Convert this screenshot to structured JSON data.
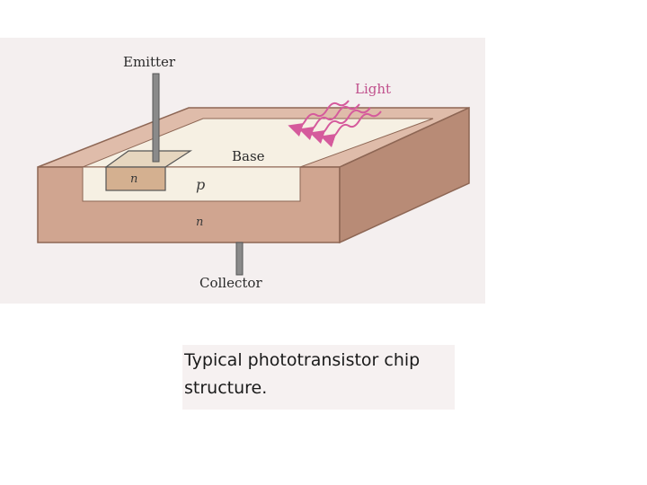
{
  "diagram": {
    "labels": {
      "emitter": "Emitter",
      "light": "Light",
      "base": "Base",
      "n_emitter": "n",
      "p_region": "p",
      "n_collector": "n",
      "collector": "Collector"
    },
    "colors": {
      "background_panel": "#f4efef",
      "chip_front": "#d0a590",
      "chip_top": "#dfbcaa",
      "chip_side": "#b88b76",
      "base_region": "#f6f0e3",
      "light_rays": "#d55a9c",
      "leads": "#8a8a8a"
    }
  },
  "caption": {
    "text": "Typical phototransistor chip structure."
  }
}
